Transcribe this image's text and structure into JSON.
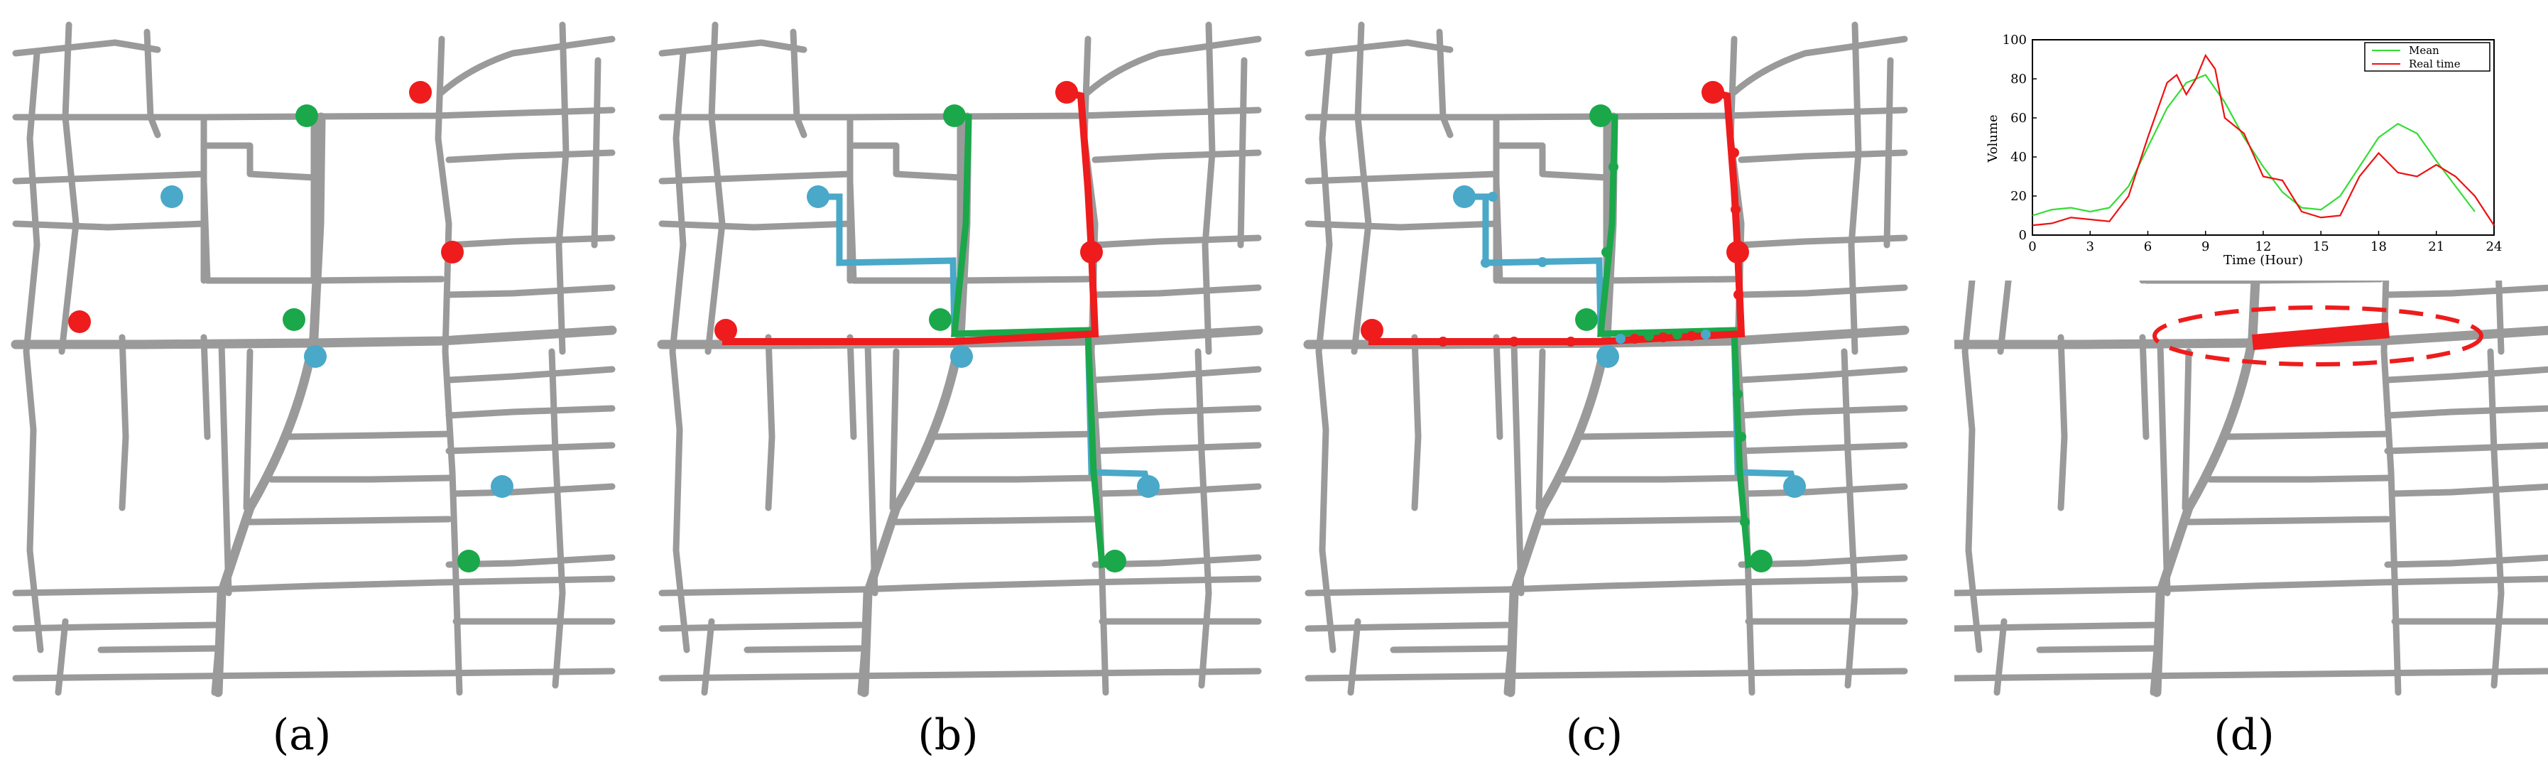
{
  "colors": {
    "road": "#9a9a9a",
    "red": "#ee1c1c",
    "green": "#1aa84a",
    "blue": "#4aa8c8",
    "mean_line": "#33dd33",
    "realtime_line": "#ee1111"
  },
  "panels": [
    {
      "id": "a",
      "caption": "(a)"
    },
    {
      "id": "b",
      "caption": "(b)"
    },
    {
      "id": "c",
      "caption": "(c)"
    },
    {
      "id": "d",
      "caption": "(d)"
    }
  ],
  "chart_data": {
    "type": "line",
    "xlabel": "Time  (Hour)",
    "ylabel": "Volume",
    "xlim": [
      0,
      24
    ],
    "ylim": [
      0,
      100
    ],
    "xticks": [
      0,
      3,
      6,
      9,
      12,
      15,
      18,
      21,
      24
    ],
    "yticks": [
      0,
      20,
      40,
      60,
      80,
      100
    ],
    "legend_position": "top-right",
    "series": [
      {
        "name": "Mean",
        "color": "#33dd33",
        "x": [
          0,
          1,
          2,
          3,
          4,
          5,
          6,
          7,
          8,
          9,
          10,
          11,
          12,
          13,
          14,
          15,
          16,
          17,
          18,
          19,
          20,
          21,
          22,
          23
        ],
        "y": [
          10,
          13,
          14,
          12,
          14,
          25,
          45,
          65,
          78,
          82,
          68,
          50,
          35,
          22,
          14,
          13,
          20,
          35,
          50,
          57,
          52,
          38,
          25,
          12
        ]
      },
      {
        "name": "Real time",
        "color": "#ee1111",
        "x": [
          0,
          1,
          2,
          3,
          4,
          5,
          6,
          7,
          7.5,
          8,
          8.5,
          9,
          9.5,
          10,
          11,
          12,
          13,
          14,
          15,
          16,
          17,
          18,
          19,
          20,
          21,
          22,
          23,
          24
        ],
        "y": [
          5,
          6,
          9,
          8,
          7,
          20,
          50,
          78,
          82,
          72,
          80,
          92,
          85,
          60,
          52,
          30,
          28,
          12,
          9,
          10,
          30,
          42,
          32,
          30,
          36,
          30,
          20,
          5
        ]
      }
    ]
  }
}
